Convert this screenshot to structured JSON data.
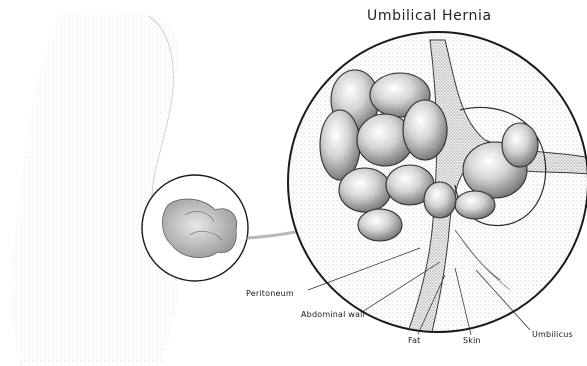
{
  "title": "Umbilical Hernia",
  "labels": {
    "peritoneum": "Peritoneum",
    "abdominal_wall": "Abdominal wall",
    "fat": "Fat",
    "skin": "Skin",
    "umbilicus": "Umbilicus"
  },
  "colors": {
    "ink": "#1a1a1a",
    "stipple": "#8a8a8a",
    "background": "#ffffff"
  }
}
